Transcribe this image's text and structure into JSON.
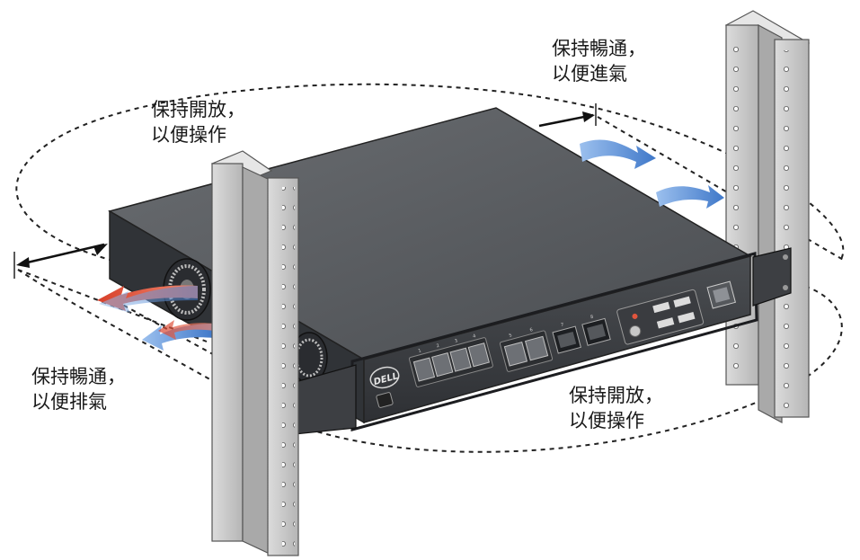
{
  "callouts": {
    "top_left": {
      "line1": "保持開放，",
      "line2": "以便操作"
    },
    "top_right": {
      "line1": "保持暢通，",
      "line2": "以便進氣"
    },
    "bottom_left": {
      "line1": "保持暢通，",
      "line2": "以便排氣"
    },
    "bottom_right": {
      "line1": "保持開放，",
      "line2": "以便操作"
    }
  },
  "device": {
    "logo": "DELL",
    "port_labels": [
      "1",
      "2",
      "3",
      "4",
      "5",
      "6",
      "7",
      "8"
    ]
  },
  "colors": {
    "chassis_top": "#5b5e62",
    "chassis_front": "#3a3d41",
    "rail": "#c9c9c9",
    "cool_air": "#5b8fd6",
    "hot_air": "#e0553d"
  },
  "icons": [
    "fan-icon",
    "airflow-arrow-icon",
    "clearance-arrow-icon"
  ]
}
